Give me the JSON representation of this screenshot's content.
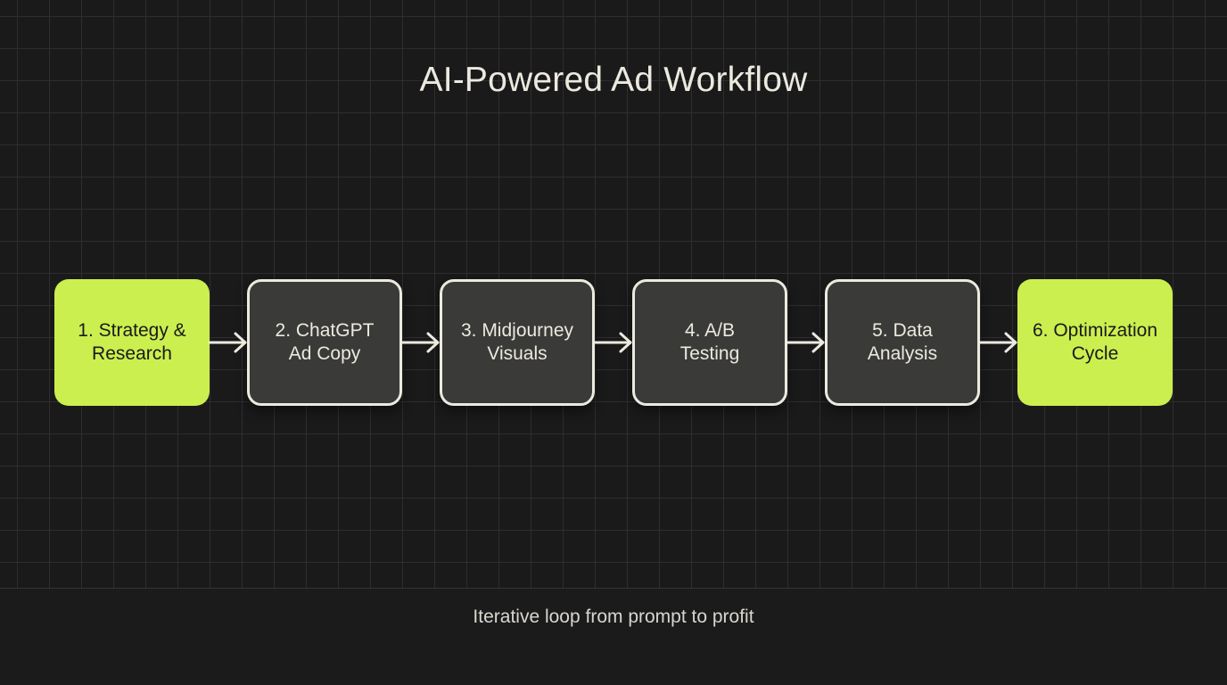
{
  "title": "AI-Powered Ad Workflow",
  "subtitle": "Iterative loop from prompt to profit",
  "colors": {
    "background": "#1b1b1b",
    "grid_line": "#2e2e2e",
    "accent": "#cbef4f",
    "box_fill": "#3a3a38",
    "outline": "#ece9df"
  },
  "steps": [
    {
      "label": "1. Strategy &\nResearch",
      "style": "accent"
    },
    {
      "label": "2. ChatGPT\nAd Copy",
      "style": "dark"
    },
    {
      "label": "3. Midjourney\nVisuals",
      "style": "dark"
    },
    {
      "label": "4. A/B\nTesting",
      "style": "dark"
    },
    {
      "label": "5. Data\nAnalysis",
      "style": "dark"
    },
    {
      "label": "6. Optimization\nCycle",
      "style": "accent"
    }
  ],
  "connectors": [
    {
      "from": 1,
      "to": 2
    },
    {
      "from": 2,
      "to": 3
    },
    {
      "from": 3,
      "to": 4
    },
    {
      "from": 4,
      "to": 5
    },
    {
      "from": 5,
      "to": 6
    }
  ]
}
